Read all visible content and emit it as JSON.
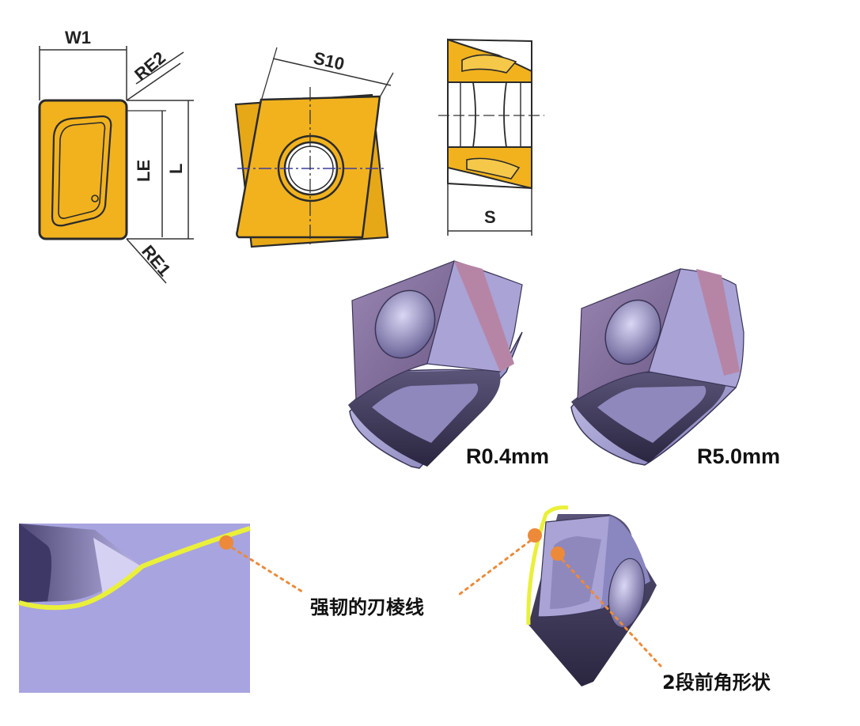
{
  "dimensions": {
    "w1": "W1",
    "re2": "RE2",
    "le": "LE",
    "l": "L",
    "re1": "RE1",
    "s10": "S10",
    "s": "S"
  },
  "radius_labels": {
    "small": "R0.4mm",
    "large": "R5.0mm"
  },
  "callouts": {
    "edge": "强韧的刃棱线",
    "rake": "2段前角形状"
  },
  "colors": {
    "insert_gold": "#f1b21e",
    "outline": "#2a2a2a",
    "insert_purple": "#8a6f9c",
    "insert_pink": "#b685a6",
    "insert_steel": "#a9a3d6",
    "dark_face": "#3a3556",
    "highlight_yellow": "#eaf03a",
    "callout_orange": "#ec8a3a"
  }
}
